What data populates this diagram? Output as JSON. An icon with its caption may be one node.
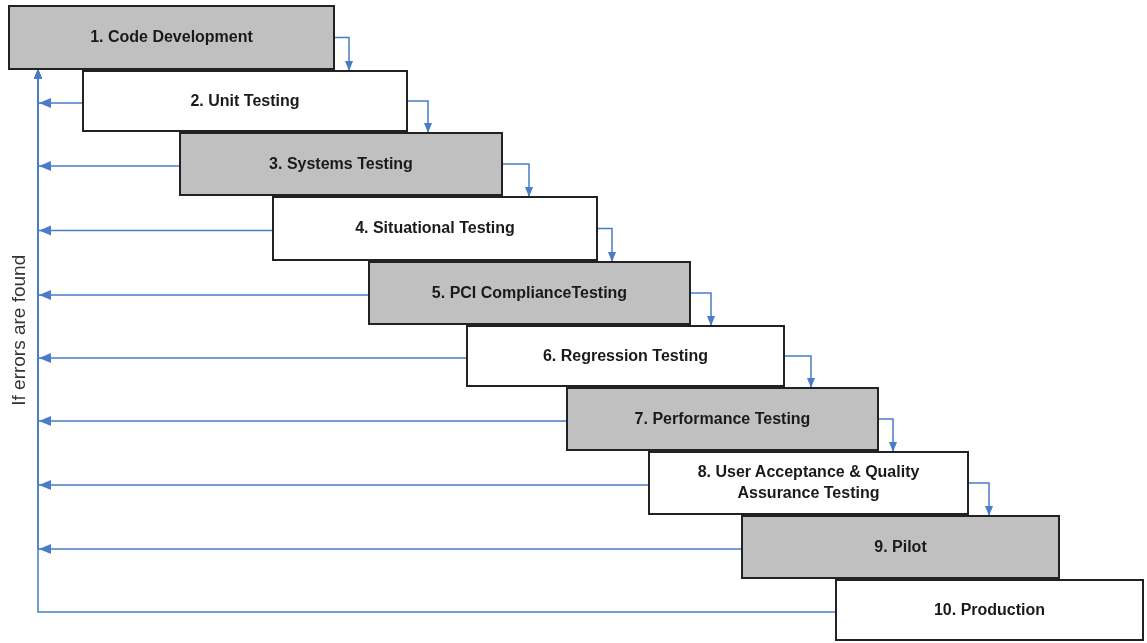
{
  "diagram": {
    "nodes": [
      {
        "text": [
          "1. Code Development"
        ]
      },
      {
        "text": [
          "2. Unit Testing"
        ]
      },
      {
        "text": [
          "3. Systems Testing"
        ]
      },
      {
        "text": [
          "4. Situational Testing"
        ]
      },
      {
        "text": [
          "5. PCI ComplianceTesting"
        ]
      },
      {
        "text": [
          "6. Regression Testing"
        ]
      },
      {
        "text": [
          "7. Performance Testing"
        ]
      },
      {
        "text": [
          "8. User Acceptance & Quality Assurance Testing"
        ]
      },
      {
        "text": [
          "9. Pilot"
        ]
      },
      {
        "text": [
          "10. Production"
        ]
      }
    ],
    "edges": [
      {
        "from": 0,
        "to": 1,
        "arrow": "to"
      },
      {
        "from": 1,
        "to": 2,
        "arrow": "to"
      },
      {
        "from": 2,
        "to": 3,
        "arrow": "to"
      },
      {
        "from": 3,
        "to": 4,
        "arrow": "to"
      },
      {
        "from": 4,
        "to": 5,
        "arrow": "to"
      },
      {
        "from": 5,
        "to": 6,
        "arrow": "to"
      },
      {
        "from": 6,
        "to": 7,
        "arrow": "to"
      },
      {
        "from": 7,
        "to": 8,
        "arrow": "to"
      },
      {
        "from": 1,
        "to": 0,
        "arrow": "to"
      },
      {
        "from": 2,
        "to": 0,
        "arrow": "to"
      },
      {
        "from": 3,
        "to": 0,
        "arrow": "to"
      },
      {
        "from": 4,
        "to": 0,
        "arrow": "to"
      },
      {
        "from": 5,
        "to": 0,
        "arrow": "to"
      },
      {
        "from": 6,
        "to": 0,
        "arrow": "to"
      },
      {
        "from": 7,
        "to": 0,
        "arrow": "to"
      },
      {
        "from": 8,
        "to": 0,
        "arrow": "to"
      },
      {
        "from": 9,
        "to": 0,
        "arrow": "to"
      }
    ],
    "labels": [
      "If errors are found"
    ]
  }
}
